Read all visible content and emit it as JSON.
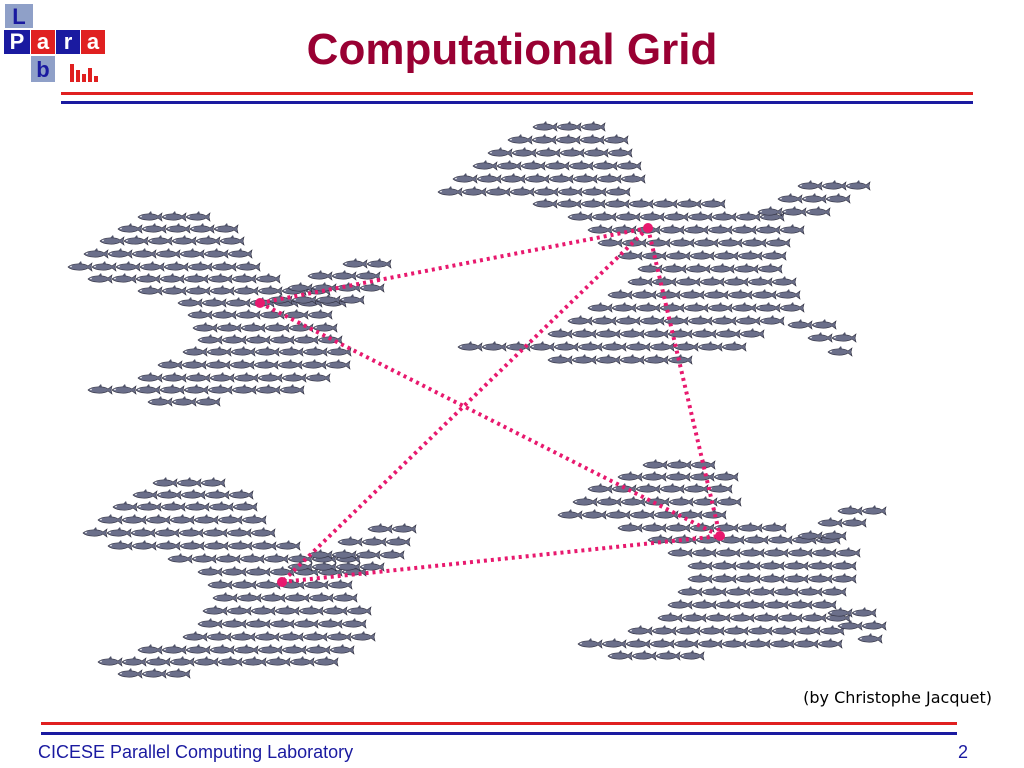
{
  "slide": {
    "title": "Computational Grid",
    "credit": "(by Christophe Jacquet)",
    "footer_left": "CICESE Parallel Computing Laboratory",
    "page_number": "2"
  },
  "logo": {
    "letters": [
      "L",
      "P",
      "a",
      "r",
      "a",
      "b"
    ]
  },
  "colors": {
    "title": "#990033",
    "rule_red": "#e02020",
    "rule_blue": "#1a1aa0",
    "link": "#e8196e",
    "fish": "#6b6f8a"
  },
  "icons": {
    "fish": "fish-icon",
    "node": "node-dot",
    "connection": "dotted-arrow"
  }
}
